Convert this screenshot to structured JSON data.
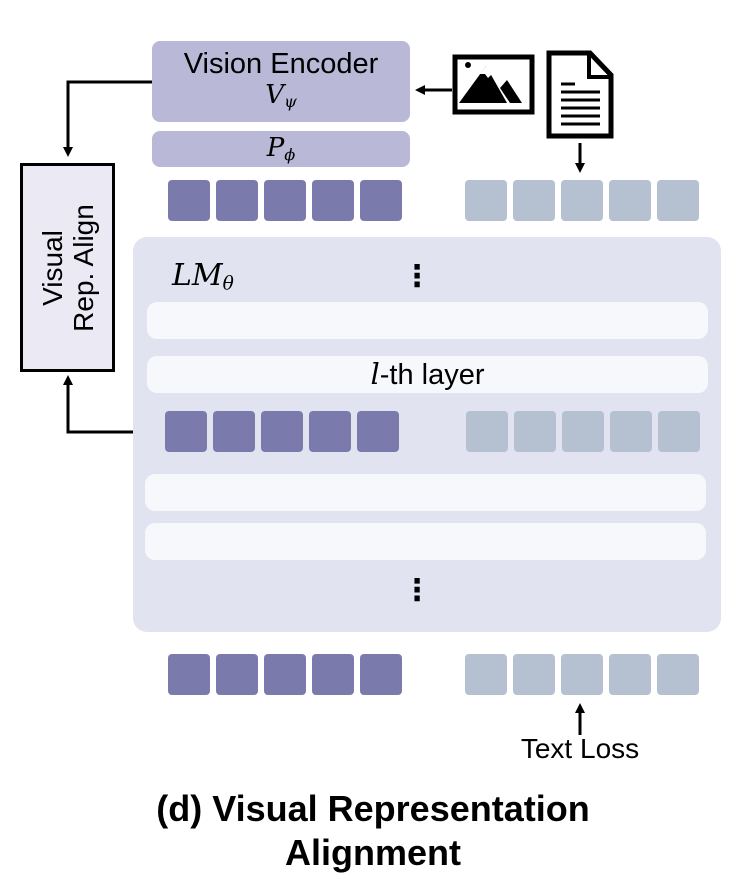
{
  "vision_encoder": {
    "title": "Vision Encoder",
    "symbol": "V",
    "subscript": "ψ"
  },
  "projector": {
    "symbol": "P",
    "subscript": "ϕ"
  },
  "language_model": {
    "symbol": "LM",
    "subscript": "θ",
    "ellipsis_top": "⋮",
    "ellipsis_bottom": "⋮",
    "layer_label_italic": "l",
    "layer_label_rest": "-th layer"
  },
  "align_box": {
    "line1": "Visual",
    "line2": "Rep. Align"
  },
  "inputs": {
    "image_icon": "image-icon",
    "document_icon": "document-icon"
  },
  "tokens": {
    "visual_count": 5,
    "text_count": 5,
    "visual_color": "#7b7aad",
    "text_color": "#b5c0d1"
  },
  "text_loss": "Text Loss",
  "caption": {
    "line1": "(d) Visual Representation",
    "line2": "Alignment"
  },
  "colors": {
    "encoder": "#b9b8d6",
    "lm_background": "#e2e3f0",
    "layer_bar": "#f7f8fb",
    "align_box": "#ebe9f4"
  }
}
